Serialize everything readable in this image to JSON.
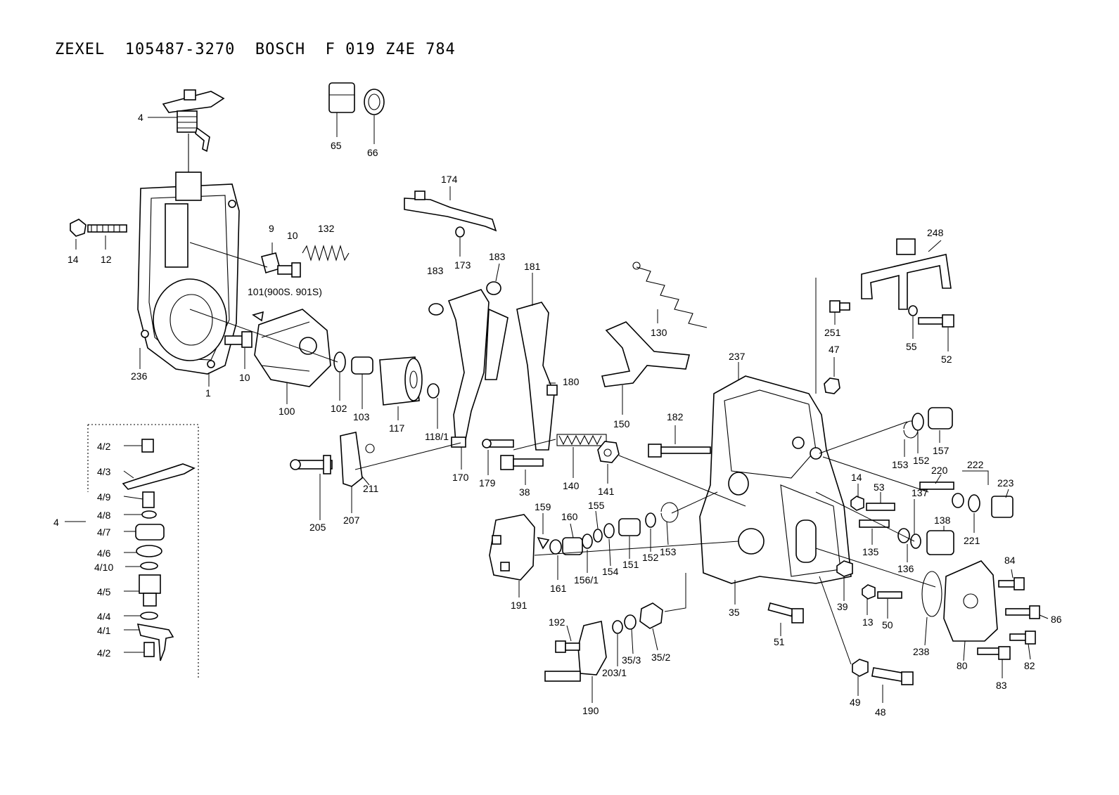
{
  "title": "ZEXEL  105487-3270  BOSCH  F 019 Z4E 784",
  "callouts": [
    {
      "id": "c4a",
      "text": "4"
    },
    {
      "id": "c14a",
      "text": "14"
    },
    {
      "id": "c12",
      "text": "12"
    },
    {
      "id": "c236",
      "text": "236"
    },
    {
      "id": "c1",
      "text": "1"
    },
    {
      "id": "c10a",
      "text": "10"
    },
    {
      "id": "c9",
      "text": "9"
    },
    {
      "id": "c10b",
      "text": "10"
    },
    {
      "id": "c132",
      "text": "132"
    },
    {
      "id": "c101",
      "text": "101(900S. 901S)"
    },
    {
      "id": "c65",
      "text": "65"
    },
    {
      "id": "c66",
      "text": "66"
    },
    {
      "id": "c174",
      "text": "174"
    },
    {
      "id": "c173",
      "text": "173"
    },
    {
      "id": "c183a",
      "text": "183"
    },
    {
      "id": "c183b",
      "text": "183"
    },
    {
      "id": "c181",
      "text": "181"
    },
    {
      "id": "c180",
      "text": "180"
    },
    {
      "id": "c130",
      "text": "130"
    },
    {
      "id": "c150",
      "text": "150"
    },
    {
      "id": "c248",
      "text": "248"
    },
    {
      "id": "c251",
      "text": "251"
    },
    {
      "id": "c55",
      "text": "55"
    },
    {
      "id": "c52",
      "text": "52"
    },
    {
      "id": "c47",
      "text": "47"
    },
    {
      "id": "c237",
      "text": "237"
    },
    {
      "id": "c100",
      "text": "100"
    },
    {
      "id": "c102",
      "text": "102"
    },
    {
      "id": "c103",
      "text": "103"
    },
    {
      "id": "c117",
      "text": "117"
    },
    {
      "id": "c118",
      "text": "118/1"
    },
    {
      "id": "c170",
      "text": "170"
    },
    {
      "id": "c179",
      "text": "179"
    },
    {
      "id": "c38",
      "text": "38"
    },
    {
      "id": "c140",
      "text": "140"
    },
    {
      "id": "c141",
      "text": "141"
    },
    {
      "id": "c182",
      "text": "182"
    },
    {
      "id": "c153a",
      "text": "153"
    },
    {
      "id": "c152a",
      "text": "152"
    },
    {
      "id": "c157",
      "text": "157"
    },
    {
      "id": "c220",
      "text": "220"
    },
    {
      "id": "c222",
      "text": "222"
    },
    {
      "id": "c223",
      "text": "223"
    },
    {
      "id": "c221",
      "text": "221"
    },
    {
      "id": "c14b",
      "text": "14"
    },
    {
      "id": "c53",
      "text": "53"
    },
    {
      "id": "c137",
      "text": "137"
    },
    {
      "id": "c138",
      "text": "138"
    },
    {
      "id": "c135",
      "text": "135"
    },
    {
      "id": "c136",
      "text": "136"
    },
    {
      "id": "c205",
      "text": "205"
    },
    {
      "id": "c207",
      "text": "207"
    },
    {
      "id": "c211",
      "text": "211"
    },
    {
      "id": "c159",
      "text": "159"
    },
    {
      "id": "c160",
      "text": "160"
    },
    {
      "id": "c155",
      "text": "155"
    },
    {
      "id": "c161",
      "text": "161"
    },
    {
      "id": "c156",
      "text": "156/1"
    },
    {
      "id": "c154",
      "text": "154"
    },
    {
      "id": "c151",
      "text": "151"
    },
    {
      "id": "c152b",
      "text": "152"
    },
    {
      "id": "c153b",
      "text": "153"
    },
    {
      "id": "c191",
      "text": "191"
    },
    {
      "id": "c35",
      "text": "35"
    },
    {
      "id": "c39",
      "text": "39"
    },
    {
      "id": "c13",
      "text": "13"
    },
    {
      "id": "c50",
      "text": "50"
    },
    {
      "id": "c51",
      "text": "51"
    },
    {
      "id": "c84",
      "text": "84"
    },
    {
      "id": "c86",
      "text": "86"
    },
    {
      "id": "c238",
      "text": "238"
    },
    {
      "id": "c80",
      "text": "80"
    },
    {
      "id": "c82",
      "text": "82"
    },
    {
      "id": "c83",
      "text": "83"
    },
    {
      "id": "c192",
      "text": "192"
    },
    {
      "id": "c203",
      "text": "203/1"
    },
    {
      "id": "c353",
      "text": "35/3"
    },
    {
      "id": "c352",
      "text": "35/2"
    },
    {
      "id": "c190",
      "text": "190"
    },
    {
      "id": "c49",
      "text": "49"
    },
    {
      "id": "c48",
      "text": "48"
    },
    {
      "id": "d42a",
      "text": "4/2"
    },
    {
      "id": "d43",
      "text": "4/3"
    },
    {
      "id": "d49",
      "text": "4/9"
    },
    {
      "id": "d48",
      "text": "4/8"
    },
    {
      "id": "d47",
      "text": "4/7"
    },
    {
      "id": "d46",
      "text": "4/6"
    },
    {
      "id": "d410",
      "text": "4/10"
    },
    {
      "id": "d45",
      "text": "4/5"
    },
    {
      "id": "d44",
      "text": "4/4"
    },
    {
      "id": "d41",
      "text": "4/1"
    },
    {
      "id": "d42b",
      "text": "4/2"
    },
    {
      "id": "d4",
      "text": "4"
    }
  ]
}
